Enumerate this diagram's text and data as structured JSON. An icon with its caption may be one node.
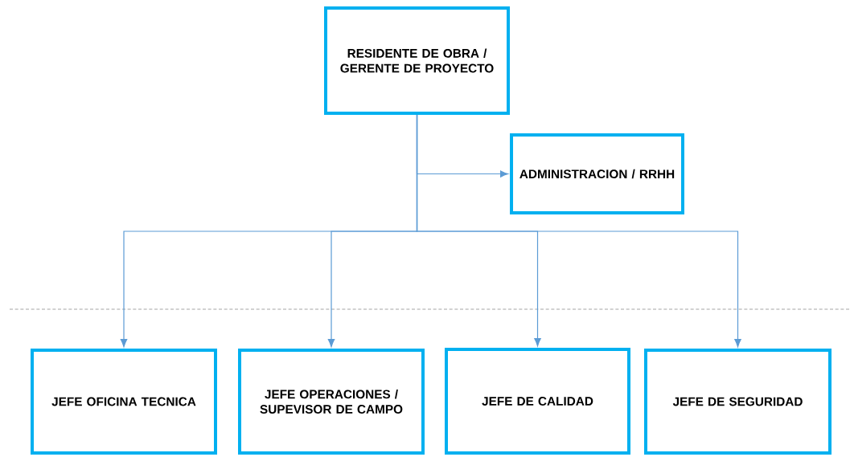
{
  "diagram": {
    "nodes": [
      {
        "text": [
          "RESIDENTE DE OBRA / GERENTE DE PROYECTO"
        ]
      },
      {
        "text": [
          "ADMINISTRACION / RRHH"
        ]
      },
      {
        "text": [
          "JEFE OFICINA TECNICA"
        ]
      },
      {
        "text": [
          "JEFE OPERACIONES / SUPEVISOR DE CAMPO"
        ]
      },
      {
        "text": [
          "JEFE DE CALIDAD"
        ]
      },
      {
        "text": [
          "JEFE DE SEGURIDAD"
        ]
      }
    ],
    "edges": [
      {
        "from": 0,
        "to": 1,
        "arrow": "to"
      },
      {
        "from": 0,
        "to": 2,
        "arrow": "to"
      },
      {
        "from": 0,
        "to": 3,
        "arrow": "to"
      },
      {
        "from": 0,
        "to": 4,
        "arrow": "to"
      },
      {
        "from": 0,
        "to": 5,
        "arrow": "to"
      }
    ]
  }
}
